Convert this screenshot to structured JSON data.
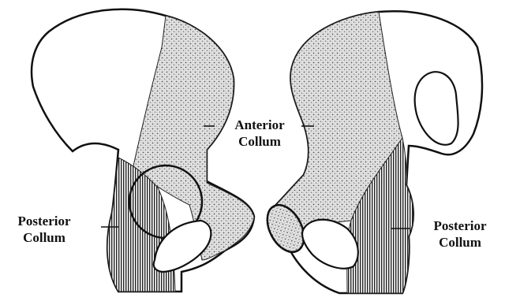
{
  "labels": {
    "anterior": {
      "line1": "Anterior",
      "line2": "Collum"
    },
    "posterior_left": {
      "line1": "Posterior",
      "line2": "Collum"
    },
    "posterior_right": {
      "line1": "Posterior",
      "line2": "Collum"
    }
  },
  "colors": {
    "outline": "#111111",
    "anterior_fill": "#bdbdbd",
    "posterior_fill": "#8a8a8a",
    "background": "#ffffff"
  }
}
